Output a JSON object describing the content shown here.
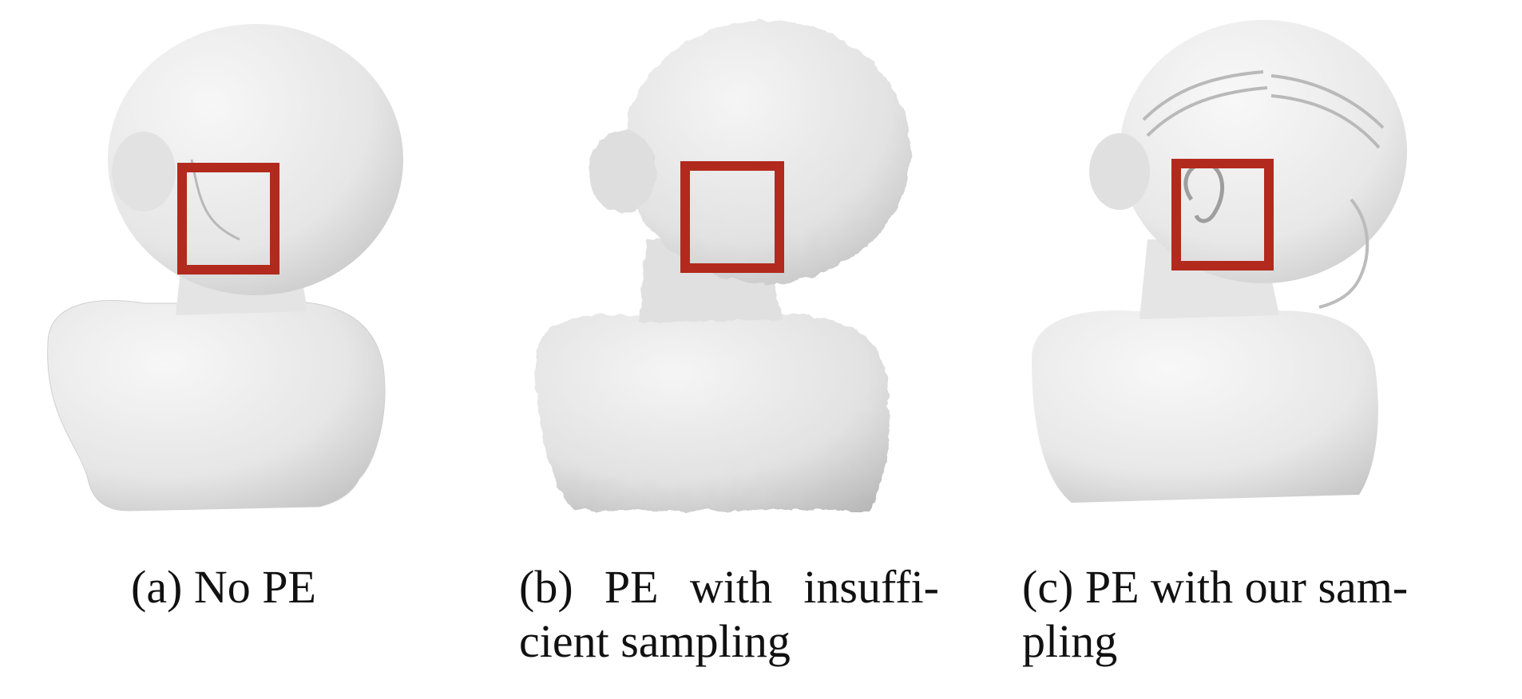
{
  "figure": {
    "colors": {
      "background": "#ffffff",
      "bust": "#ececec",
      "shade": "#bdbdbd",
      "zoom_box": "#b22a1d",
      "text": "#111111"
    },
    "panels": [
      {
        "id": "a",
        "surface": "smooth",
        "caption_lines": [
          "(a) No PE"
        ]
      },
      {
        "id": "b",
        "surface": "noisy",
        "caption_lines": [
          "(b) PE with insuffi-",
          "cient sampling"
        ]
      },
      {
        "id": "c",
        "surface": "detailed",
        "caption_lines": [
          "(c) PE with our sam-",
          "pling"
        ]
      }
    ]
  }
}
